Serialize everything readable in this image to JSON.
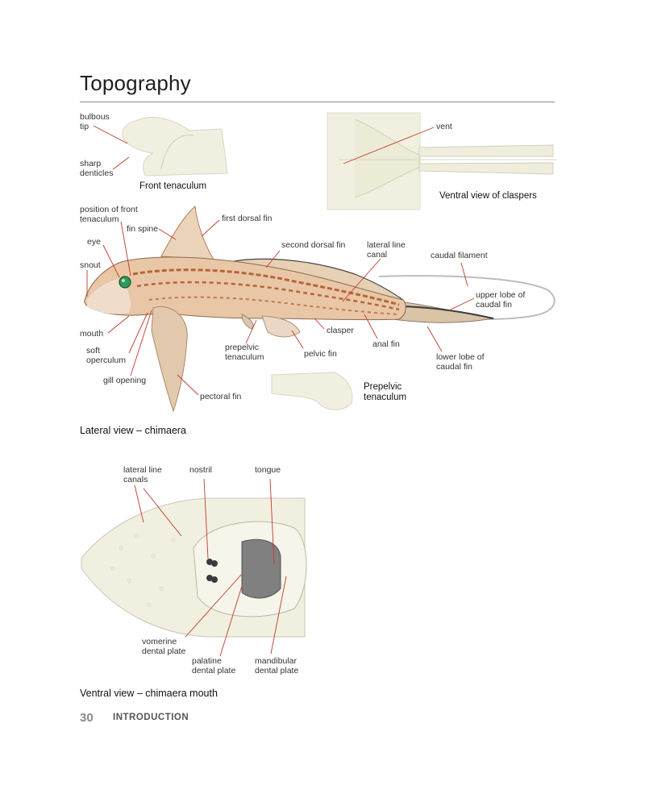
{
  "page": {
    "title": "Topography",
    "page_number": "30",
    "section": "INTRODUCTION"
  },
  "front_tenaculum": {
    "caption": "Front tenaculum",
    "labels": {
      "bulbous_tip": "bulbous\ntip",
      "sharp_denticles": "sharp\ndenticles"
    }
  },
  "claspers": {
    "caption": "Ventral view of claspers",
    "labels": {
      "vent": "vent"
    }
  },
  "lateral": {
    "caption": "Lateral view – chimaera",
    "labels": {
      "position_front_tenaculum": "position of front\ntenaculum",
      "fin_spine": "fin spine",
      "first_dorsal_fin": "first dorsal fin",
      "eye": "eye",
      "second_dorsal_fin": "second dorsal fin",
      "lateral_line_canal": "lateral line\ncanal",
      "caudal_filament": "caudal filament",
      "snout": "snout",
      "upper_lobe": "upper lobe of\ncaudal fin",
      "mouth": "mouth",
      "clasper": "clasper",
      "anal_fin": "anal fin",
      "soft_operculum": "soft\noperculum",
      "prepelvic_tenaculum": "prepelvic\ntenaculum",
      "pelvic_fin": "pelvic fin",
      "lower_lobe": "lower lobe of\ncaudal fin",
      "gill_opening": "gill opening",
      "pectoral_fin": "pectoral fin"
    }
  },
  "prepelvic": {
    "caption": "Prepelvic\ntenaculum"
  },
  "ventral": {
    "caption": "Ventral view – chimaera mouth",
    "labels": {
      "lateral_line_canals": "lateral line\ncanals",
      "nostril": "nostril",
      "tongue": "tongue",
      "vomerine": "vomerine\ndental plate",
      "palatine": "palatine\ndental plate",
      "mandibular": "mandibular\ndental plate"
    }
  },
  "colors": {
    "leader": "#c0392b",
    "fish_body": "#e9c7a6",
    "fish_pattern": "#b5653a",
    "drawing_fill": "#f1f0e0",
    "drawing_stroke": "#c9c7b4",
    "eye": "#2e9a5a",
    "tongue": "#808080"
  }
}
